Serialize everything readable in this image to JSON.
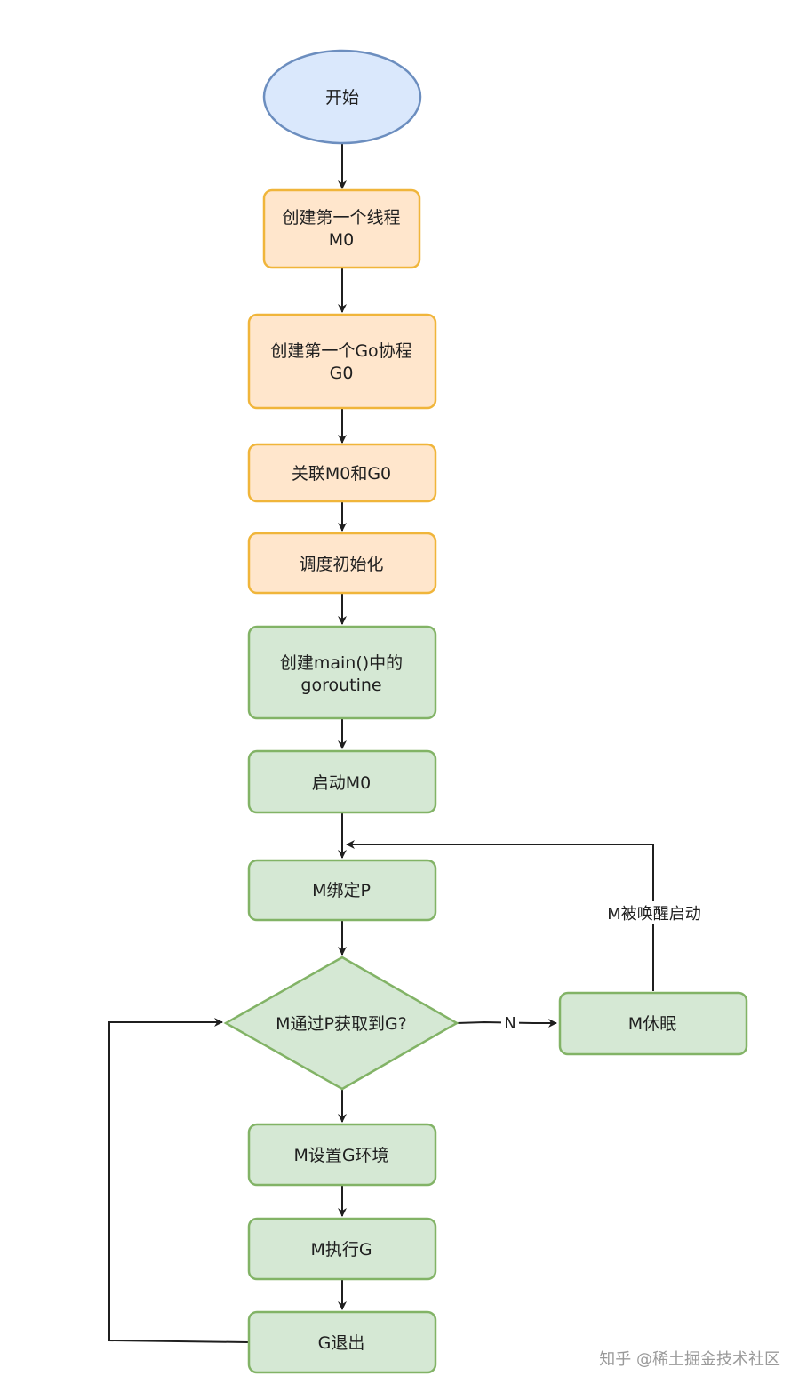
{
  "colors": {
    "start_fill": "#dae8fc",
    "start_stroke": "#6c8ebf",
    "orange_fill": "#ffe6cc",
    "orange_stroke": "#f0b53a",
    "green_fill": "#d5e8d4",
    "green_stroke": "#82b366",
    "arrow": "#1f1f1f",
    "watermark": "#9a9a9a"
  },
  "nodes": {
    "start": "开始",
    "create_m0": [
      "创建第一个线程",
      "M0"
    ],
    "create_g0": [
      "创建第一个Go协程",
      "G0"
    ],
    "link_m0_g0": "关联M0和G0",
    "sched_init": "调度初始化",
    "create_main_g": [
      "创建main()中的",
      "goroutine"
    ],
    "start_m0": "启动M0",
    "m_bind_p": "M绑定P",
    "decision": "M通过P获取到G?",
    "m_sleep": "M休眠",
    "m_set_g_env": "M设置G环境",
    "m_exec_g": "M执行G",
    "g_exit": "G退出"
  },
  "edges": {
    "no_label": "N",
    "wake_label": "M被唤醒启动"
  },
  "watermark": {
    "text": "知乎 @稀土掘金技术社区"
  }
}
